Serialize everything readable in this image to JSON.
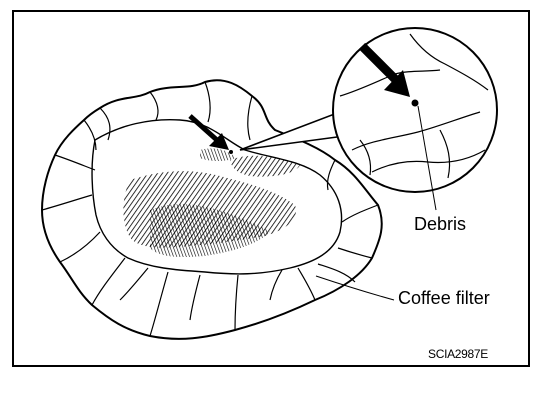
{
  "labels": {
    "debris": "Debris",
    "coffee_filter": "Coffee filter",
    "figure_code": "SCIA2987E"
  },
  "colors": {
    "line": "#000000",
    "background": "#ffffff"
  }
}
